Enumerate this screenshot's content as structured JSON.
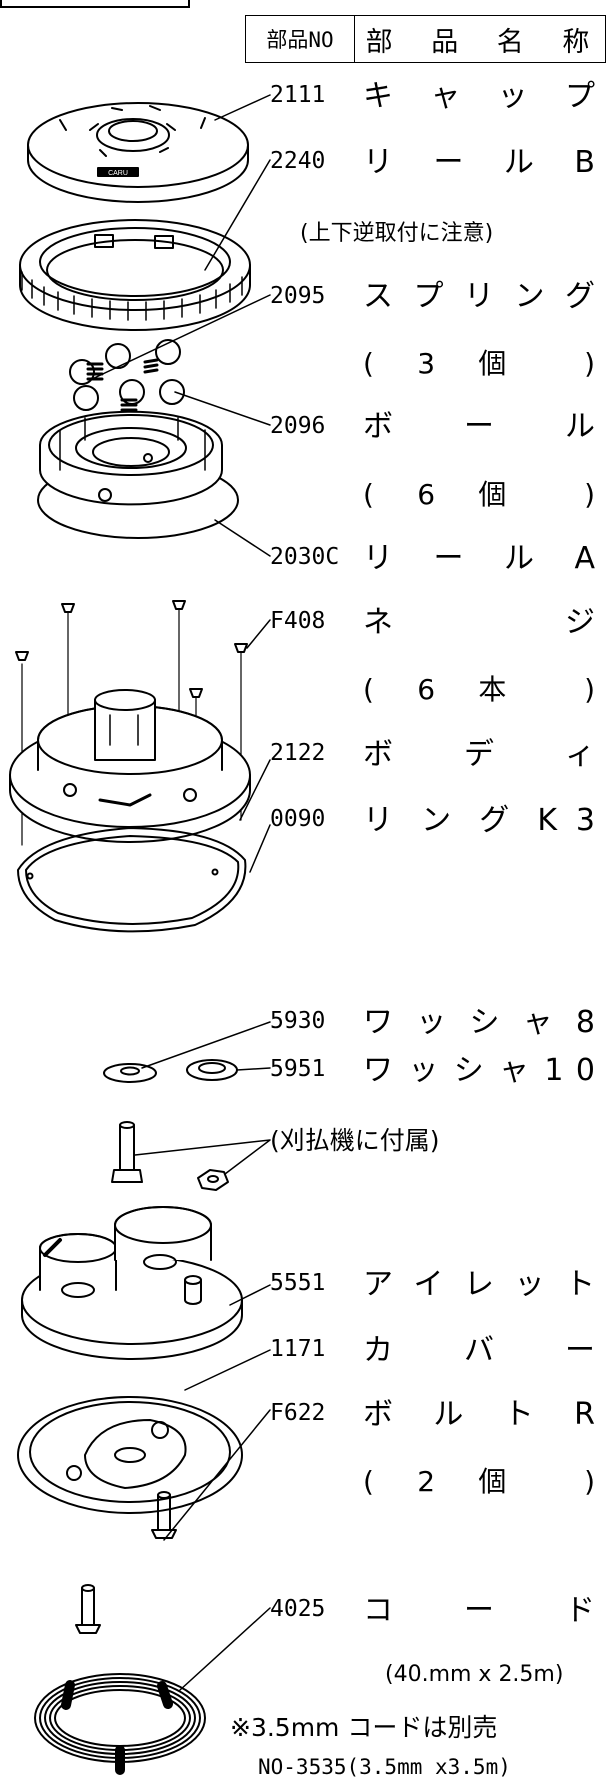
{
  "header": {
    "part_no": "部品NO",
    "part_name": "部 品 名 称"
  },
  "parts": [
    {
      "no": "2111",
      "name": "キ ャ ッ プ"
    },
    {
      "no": "2240",
      "name": "リ ー ル B",
      "note": "(上下逆取付に注意)"
    },
    {
      "no": "2095",
      "name": "ス プ リ ン グ",
      "qty": "( 3 個 )"
    },
    {
      "no": "2096",
      "name": "ボ ー ル",
      "qty": "( 6 個 )"
    },
    {
      "no": "2030C",
      "name": "リ ー ル A"
    },
    {
      "no": "F408",
      "name": "ネ ジ",
      "qty": "( 6 本 )"
    },
    {
      "no": "2122",
      "name": "ボ デ ィ"
    },
    {
      "no": "0090",
      "name": "リ ン グ K 3"
    },
    {
      "no": "5930",
      "name": "ワ ッ シ ャ 8"
    },
    {
      "no": "5951",
      "name": "ワ ッ シ ャ 1 0"
    },
    {
      "no": "5551",
      "name": "ア イ レ ッ ト"
    },
    {
      "no": "1171",
      "name": "カ バ ー"
    },
    {
      "no": "F622",
      "name": "ボ ル ト R",
      "qty": "( 2 個 )"
    },
    {
      "no": "4025",
      "name": "コ ー ド",
      "note": "(40.mm x 2.5m)"
    }
  ],
  "accessory_note": "(刈払機に付属)",
  "cord_note": "※3.5mm コードは別売",
  "cord_part": "NO-3535(3.5mm x3.5m)",
  "cap_marking": "CARU"
}
